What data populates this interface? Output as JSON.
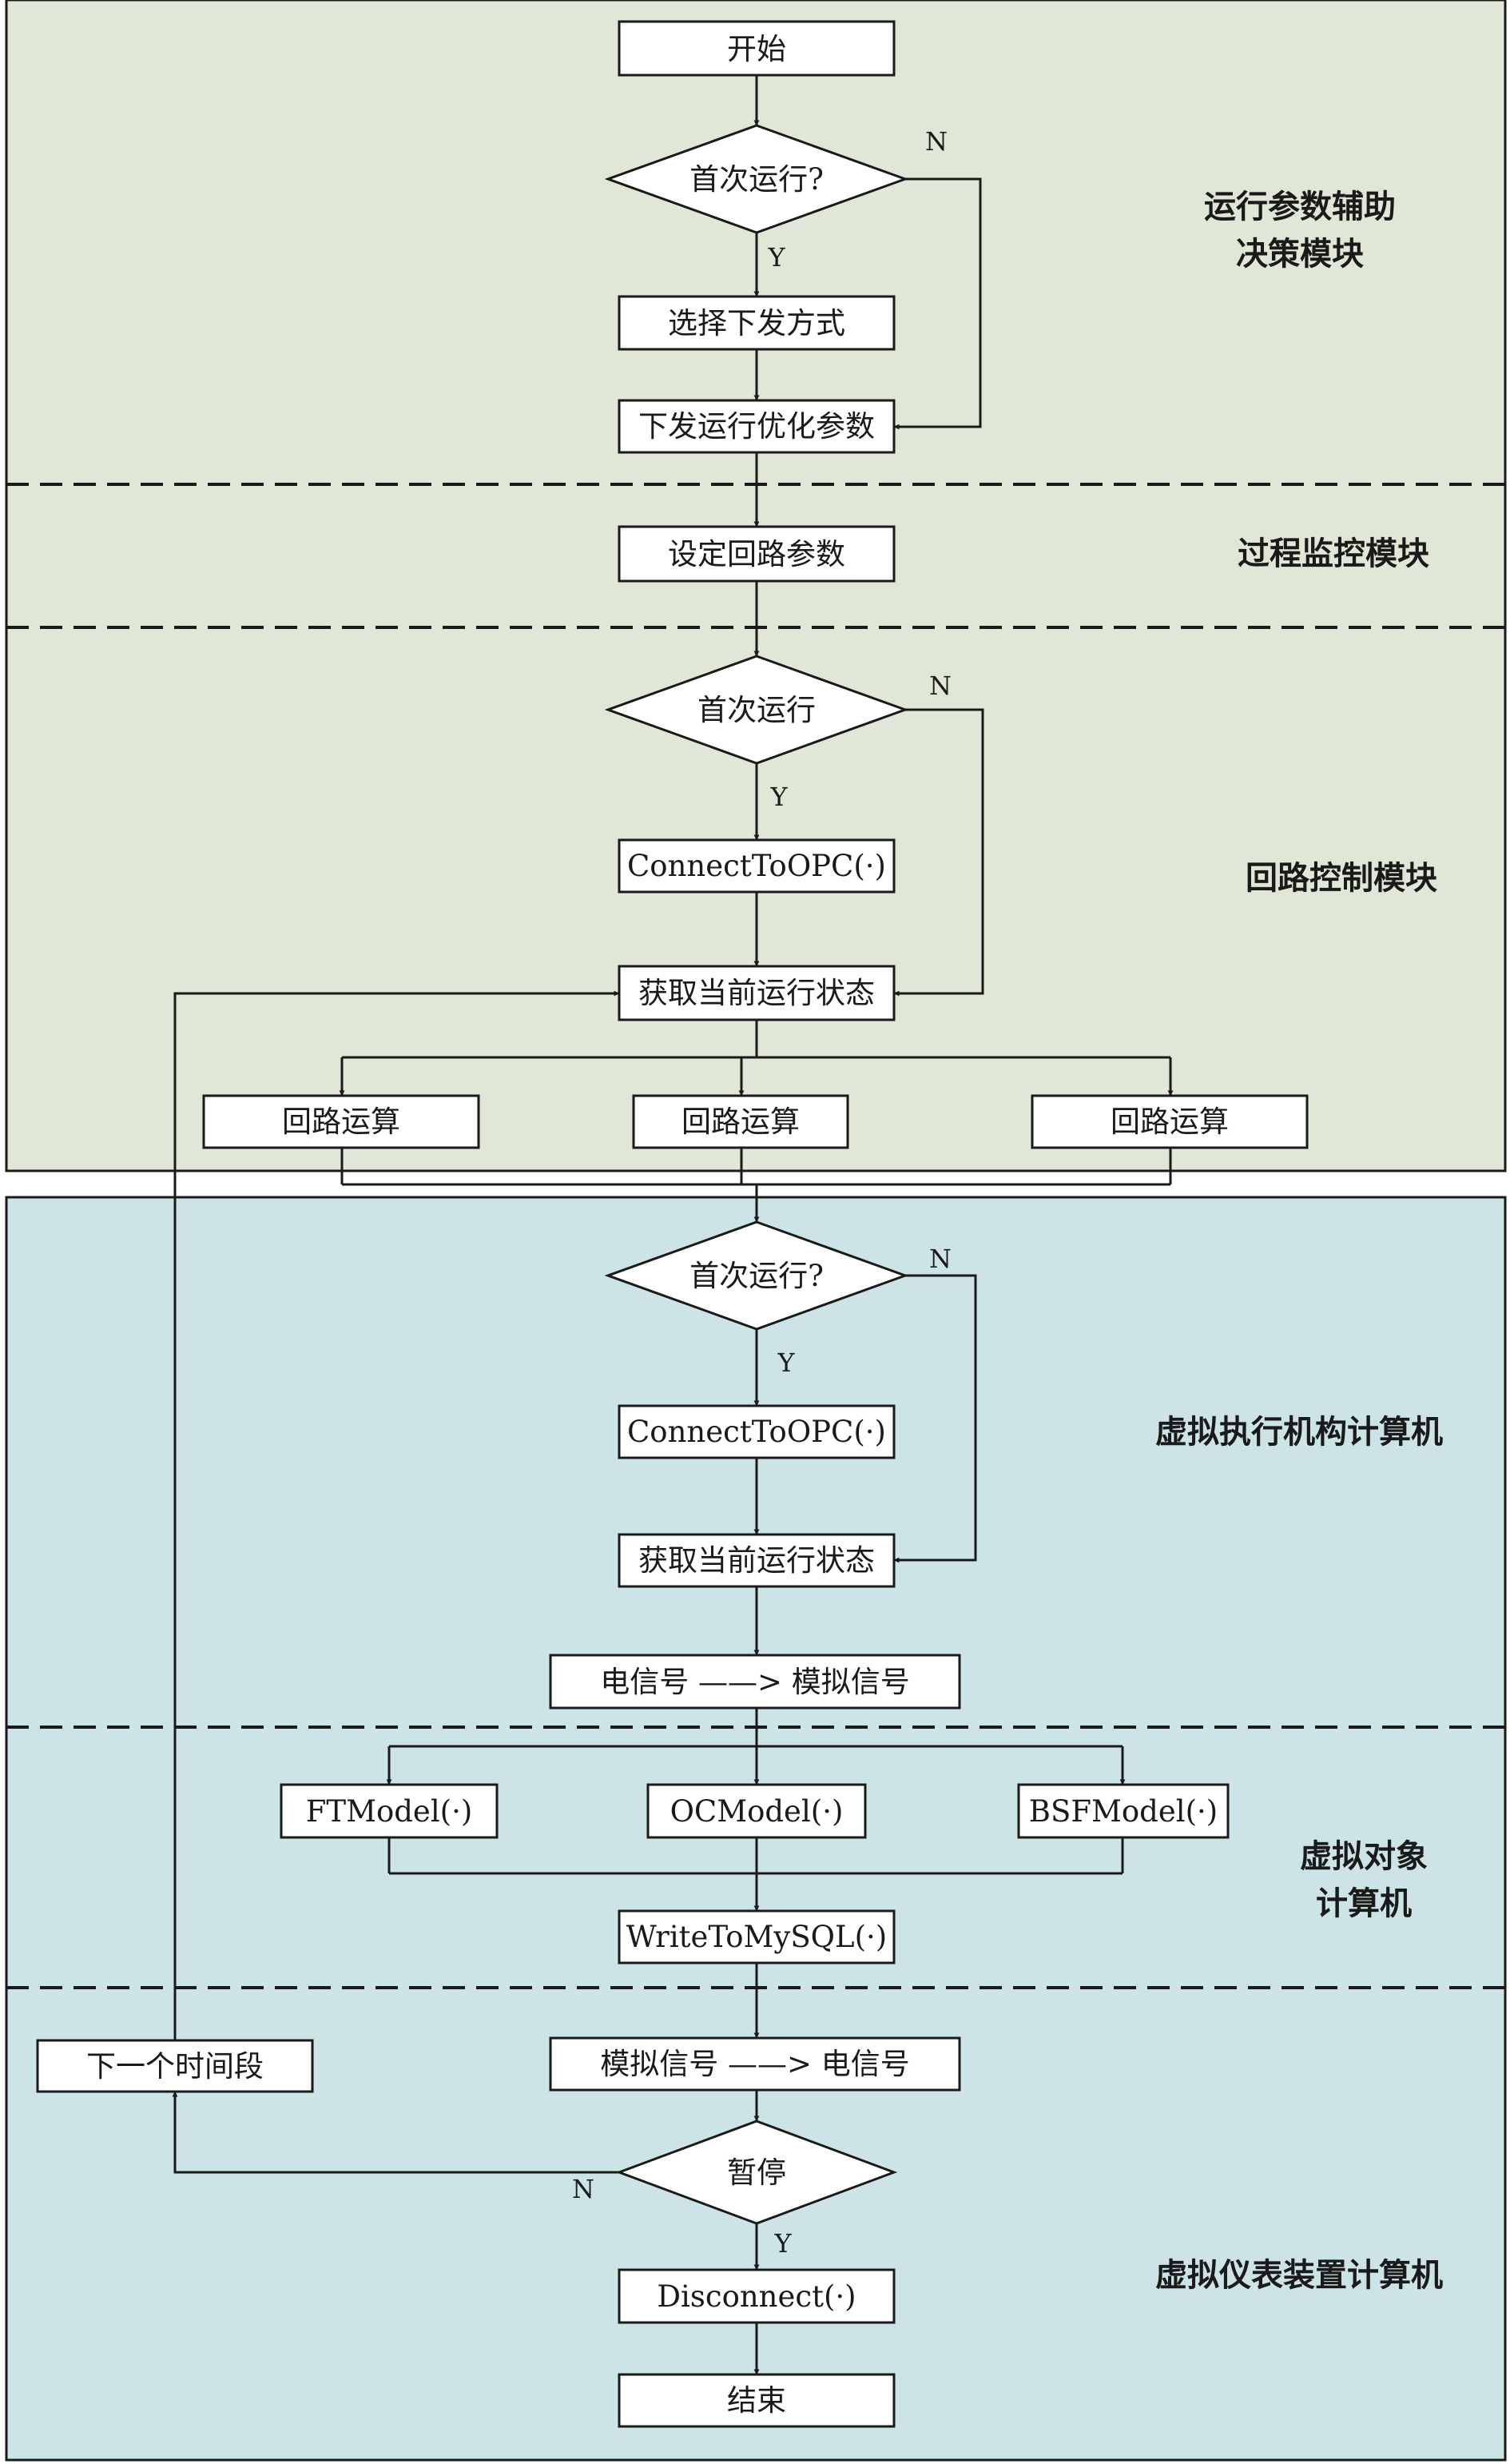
{
  "colors": {
    "panel_top": "#e1e7d6",
    "panel_bottom": "#cde4e6",
    "stroke": "#1a1a1a",
    "box_fill": "#ffffff"
  },
  "modules": {
    "decision_line1": "运行参数辅助",
    "decision_line2": "决策模块",
    "monitor": "过程监控模块",
    "loop_control": "回路控制模块",
    "actuator": "虚拟执行机构计算机",
    "object_line1": "虚拟对象",
    "object_line2": "计算机",
    "instrument": "虚拟仪表装置计算机"
  },
  "nodes": {
    "start": "开始",
    "first_run_q1": "首次运行?",
    "select_mode": "选择下发方式",
    "send_params": "下发运行优化参数",
    "set_loop": "设定回路参数",
    "first_run2": "首次运行",
    "connect1": "ConnectToOPC(·)",
    "get_state1": "获取当前运行状态",
    "loop_calc": "回路运算",
    "first_run_q2": "首次运行?",
    "connect2": "ConnectToOPC(·)",
    "get_state2": "获取当前运行状态",
    "elec_to_analog": "电信号 ——> 模拟信号",
    "ft_model": "FTModel(·)",
    "oc_model": "OCModel(·)",
    "bsf_model": "BSFModel(·)",
    "write_mysql": "WriteToMySQL(·)",
    "next_period": "下一个时间段",
    "analog_to_elec": "模拟信号 ——> 电信号",
    "pause": "暂停",
    "disconnect": "Disconnect(·)",
    "end": "结束"
  },
  "edge_labels": {
    "yes": "Y",
    "no": "N"
  }
}
